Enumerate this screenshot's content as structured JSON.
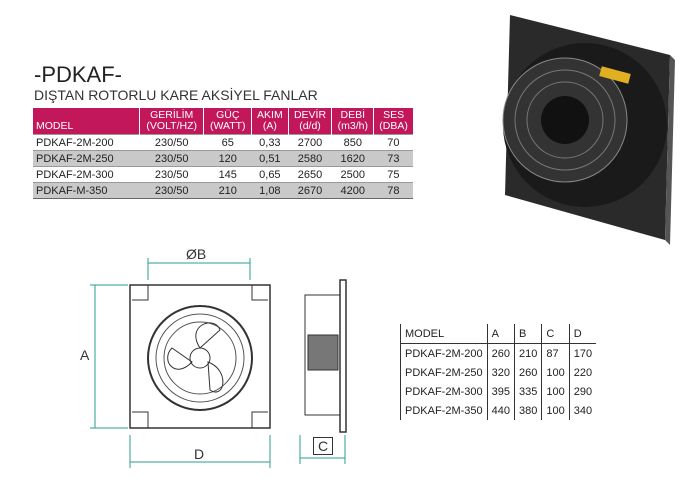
{
  "header": {
    "title": "-PDKAF-",
    "subtitle": "DIŞTAN ROTORLU KARE AKSİYEL FANLAR"
  },
  "spec_table": {
    "headers": [
      [
        "MODEL",
        ""
      ],
      [
        "GERİLİM",
        "(VOLT/HZ)"
      ],
      [
        "GÜÇ",
        "(WATT)"
      ],
      [
        "AKIM",
        "(A)"
      ],
      [
        "DEVİR",
        "(d/d)"
      ],
      [
        "DEBİ",
        "(m3/h)"
      ],
      [
        "SES",
        "(DBA)"
      ]
    ],
    "rows": [
      [
        "PDKAF-2M-200",
        "230/50",
        "65",
        "0,33",
        "2700",
        "850",
        "70"
      ],
      [
        "PDKAF-2M-250",
        "230/50",
        "120",
        "0,51",
        "2580",
        "1620",
        "73"
      ],
      [
        "PDKAF-2M-300",
        "230/50",
        "145",
        "0,65",
        "2650",
        "2500",
        "75"
      ],
      [
        "PDKAF-M-350",
        "230/50",
        "210",
        "1,08",
        "2670",
        "4200",
        "78"
      ]
    ]
  },
  "dim_table": {
    "headers": [
      "MODEL",
      "A",
      "B",
      "C",
      "D"
    ],
    "rows": [
      [
        "PDKAF-2M-200",
        "260",
        "210",
        "87",
        "170"
      ],
      [
        "PDKAF-2M-250",
        "320",
        "260",
        "100",
        "220"
      ],
      [
        "PDKAF-2M-300",
        "395",
        "335",
        "100",
        "290"
      ],
      [
        "PDKAF-2M-350",
        "440",
        "380",
        "100",
        "340"
      ]
    ]
  },
  "drawing": {
    "label_b": "ØB",
    "label_a": "A",
    "label_d": "D",
    "label_c": "C"
  },
  "colors": {
    "accent": "#c2185b",
    "dimension": "#2a9d8f"
  }
}
